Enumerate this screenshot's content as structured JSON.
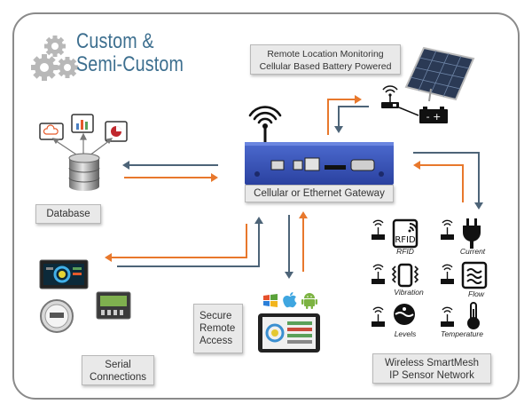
{
  "title": {
    "line1": "Custom &",
    "line2": "Semi-Custom"
  },
  "remote_box": {
    "line1": "Remote Location Monitoring",
    "line2": "Cellular Based Battery Powered"
  },
  "gateway_label": "Cellular or Ethernet Gateway",
  "database_label": "Database",
  "secure_box": {
    "line1": "Secure",
    "line2": "Remote",
    "line3": "Access"
  },
  "serial_box": {
    "line1": "Serial",
    "line2": "Connections"
  },
  "wireless_box": {
    "line1": "Wireless SmartMesh",
    "line2": "IP Sensor Network"
  },
  "sensors": [
    "RFID",
    "Current",
    "Vibration",
    "Flow",
    "Levels",
    "Temperature"
  ],
  "rfid_text": "RFID",
  "battery_text": "- +",
  "colors": {
    "orange": "#e8782c",
    "slate": "#4d6478",
    "gateway_blue": "#3b57b8",
    "title_blue": "#3d6f8f"
  }
}
